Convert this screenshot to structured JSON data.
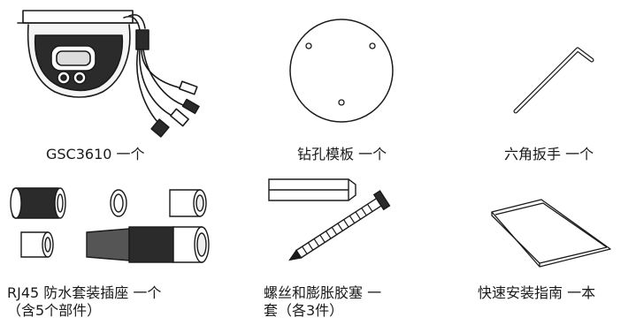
{
  "items": [
    {
      "id": "camera",
      "lines": [
        "GSC3610 一个"
      ]
    },
    {
      "id": "drill-template",
      "lines": [
        "钻孔模板 一个"
      ]
    },
    {
      "id": "hex-key",
      "lines": [
        "六角扳手 一个"
      ]
    },
    {
      "id": "rj45-kit",
      "lines": [
        "RJ45 防水套装插座 一个",
        "（含5个部件）"
      ]
    },
    {
      "id": "screw-anchor",
      "lines": [
        "螺丝和膨胀胶塞 一",
        "套（各3件）"
      ]
    },
    {
      "id": "quick-guide",
      "lines": [
        "快速安装指南 一本"
      ]
    }
  ]
}
